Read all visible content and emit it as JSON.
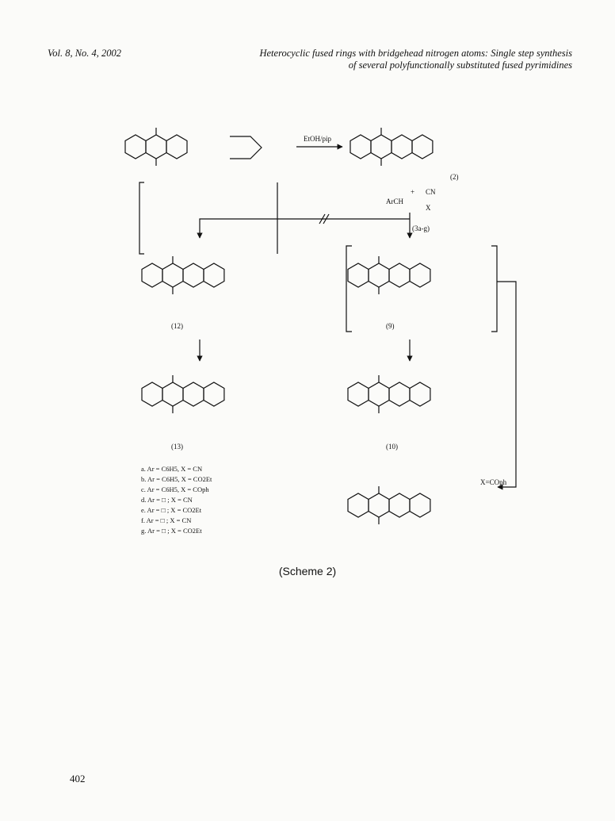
{
  "header": {
    "left": "Vol. 8, No. 4, 2002",
    "right_line1": "Heterocyclic fused rings with bridgehead nitrogen atoms: Single step synthesis",
    "right_line2": "of several polyfunctionally substituted fused pyrimidines"
  },
  "scheme": {
    "reagent_label": "EtOH/pip",
    "compound_labels": {
      "c2": "(2)",
      "c12": "(12)",
      "c9": "(9)",
      "c13": "(13)",
      "c10": "(10)",
      "c3": "(3a-g)"
    },
    "plus": "+",
    "arylidene": {
      "left": "ArCH",
      "cn": "CN",
      "x": "X"
    },
    "branch_label": "X=COph",
    "legend": [
      "a. Ar = C6H5, X = CN",
      "b. Ar = C6H5, X = CO2Et",
      "c. Ar = C6H5, X = COph",
      "d. Ar = □ ; X = CN",
      "e. Ar = □ ; X = CO2Et",
      "f. Ar = □ ; X = CN",
      "g. Ar = □ ; X = CO2Et"
    ]
  },
  "caption": "(Scheme 2)",
  "page_number": "402"
}
